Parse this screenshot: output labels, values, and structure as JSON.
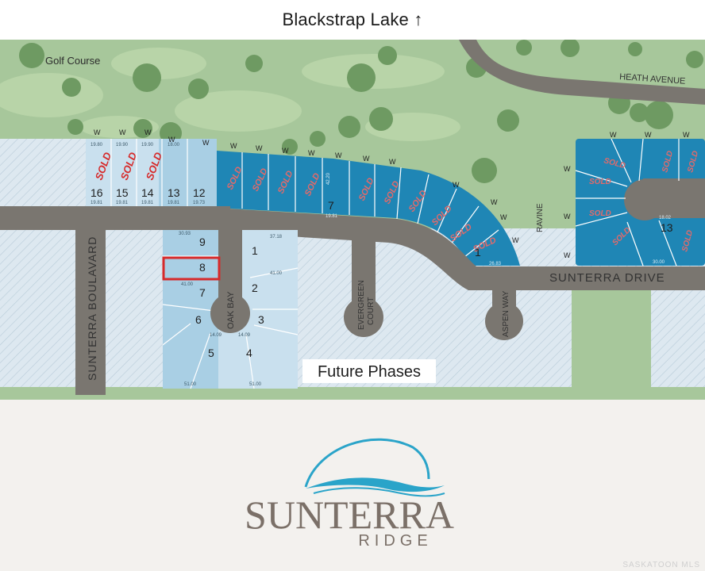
{
  "header": {
    "title": "Blackstrap Lake",
    "arrow": "↑"
  },
  "map": {
    "golf_label": "Golf Course",
    "streets": {
      "heath": "HEATH AVENUE",
      "boulevard": "SUNTERRA BOULAVARD",
      "drive": "SUNTERRA DRIVE",
      "oak": "OAK BAY",
      "evergreen_1": "EVERGREEN",
      "evergreen_2": "COURT",
      "aspen": "ASPEN WAY",
      "ravine": "RAVINE"
    },
    "future_label": "Future Phases",
    "sold_text": "SOLD",
    "lots_north": [
      "16",
      "15",
      "14",
      "13",
      "12"
    ],
    "lot_north_curve": "7",
    "lot_north_curve_end": "1",
    "lot_east": "13",
    "lots_oak": [
      "9",
      "8",
      "7",
      "6",
      "5",
      "4",
      "3",
      "2",
      "1"
    ],
    "highlighted_lot": "8",
    "w": "W",
    "dims": {
      "d1980": "19.80",
      "d1981": "19.81",
      "d1990": "19.90",
      "d1973": "19.73",
      "d1800": "18.00",
      "d3093": "30.93",
      "d3718": "37.18",
      "d4100": "41.00",
      "d4101": "41.00",
      "d2683": "26.83",
      "d1802": "18.02",
      "d3000": "30.00",
      "d5100": "51.00",
      "d5101": "51.00",
      "d1409": "14.09",
      "d4220": "42.20"
    }
  },
  "logo": {
    "brand": "SUNTERRA",
    "sub": "RIDGE"
  },
  "watermark": "SASKATOON MLS"
}
